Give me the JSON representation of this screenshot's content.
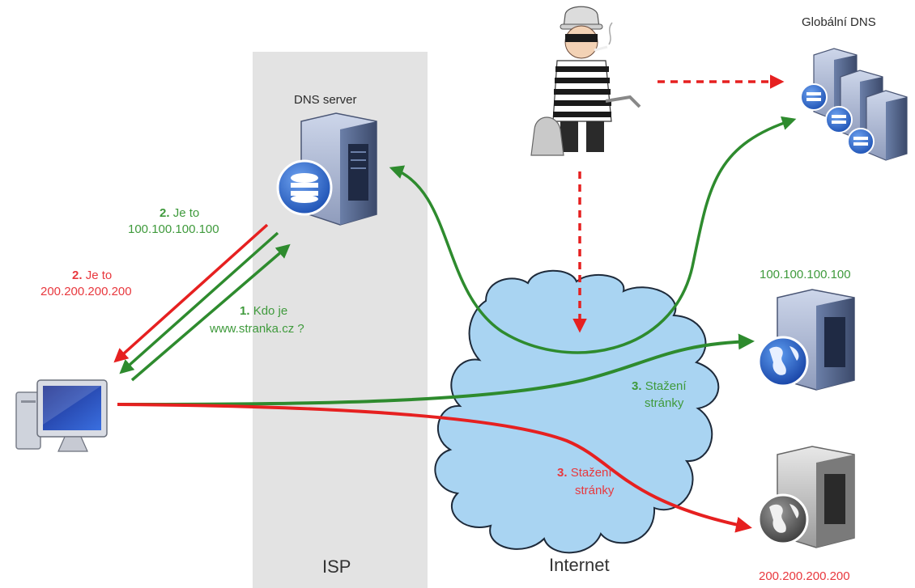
{
  "labels": {
    "dns_server": "DNS server",
    "global_dns": "Globální DNS",
    "isp": "ISP",
    "internet": "Internet",
    "ip_good": "100.100.100.100",
    "ip_bad": "200.200.200.200",
    "step1_num": "1.",
    "step1_line1": "Kdo je",
    "step1_line2": "www.stranka.cz ?",
    "step2_good_num": "2.",
    "step2_good_line1": "Je to",
    "step2_good_line2": "100.100.100.100",
    "step2_bad_num": "2.",
    "step2_bad_line1": "Je to",
    "step2_bad_line2": "200.200.200.200",
    "step3_good_num": "3.",
    "step3_good_line1": "Stažení",
    "step3_good_line2": "stránky",
    "step3_bad_num": "3.",
    "step3_bad_line1": "Stažení",
    "step3_bad_line2": "stránky"
  },
  "colors": {
    "legit": "#2e8b2e",
    "attack": "#e62020",
    "isp_band": "#e3e3e3",
    "cloud": "#a9d4f2"
  },
  "icons": [
    "computer-icon",
    "dns-server-icon",
    "global-dns-servers-icon",
    "attacker-icon",
    "web-server-icon",
    "rogue-server-icon",
    "internet-cloud-icon"
  ]
}
